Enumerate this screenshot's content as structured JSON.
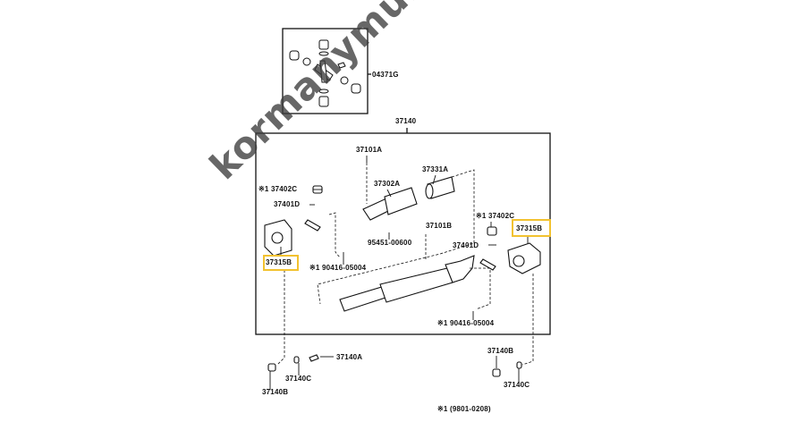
{
  "diagram": {
    "inset_part": "04371G",
    "assembly_part": "37140",
    "labels": {
      "bearing_top": "37101A",
      "sleeve": "37331A",
      "yoke_shaft": "37302A",
      "spider_cap_left": "※1 37402C",
      "snap_ring_left": "37401D",
      "flange_left": "37315B",
      "grease_fitting_left": "※1 90416-05004",
      "plug": "95451-00600",
      "bearing_mid": "37101B",
      "spider_cap_right": "※1 37402C",
      "flange_right": "37315B",
      "snap_ring_right": "37401D",
      "grease_fitting_right": "※1 90416-05004",
      "bolt": "37140A",
      "washer_left": "37140C",
      "nut_left": "37140B",
      "nut_right": "37140B",
      "washer_right": "37140C"
    },
    "footnote": "※1 (9801-0208)",
    "highlight_color": "#f2c230"
  },
  "watermark": "kormanymubolt.hu"
}
